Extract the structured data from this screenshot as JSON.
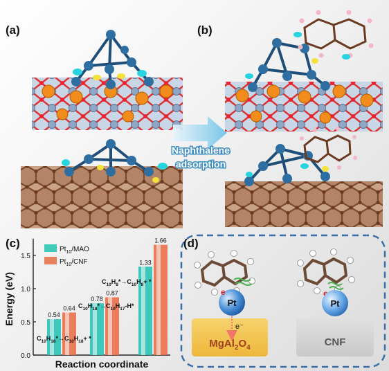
{
  "panels": {
    "a": "(a)",
    "b": "(b)",
    "c": "(c)",
    "d": "(d)"
  },
  "arrow": {
    "line1": "Naphthalene",
    "line2": "adsorption"
  },
  "chart_data": {
    "type": "bar",
    "xlabel": "Reaction coordinate",
    "ylabel": "Energy (eV)",
    "ylim": [
      0.0,
      1.75
    ],
    "yticks": [
      "0.0",
      "0.5",
      "1.0",
      "1.5"
    ],
    "categories": [
      "C10H18*→C10H18+*",
      "C10H18*→C10H17-H*",
      "C10H8*→C10H8+*"
    ],
    "category_labels": [
      {
        "parts": [
          [
            "C",
            ""
          ],
          [
            "10",
            "sub"
          ],
          [
            "H",
            ""
          ],
          [
            "18",
            "sub"
          ],
          [
            "*→C",
            ""
          ],
          [
            "10",
            "sub"
          ],
          [
            "H",
            ""
          ],
          [
            "18",
            "sub"
          ],
          [
            "+ *",
            ""
          ]
        ]
      },
      {
        "parts": [
          [
            "C",
            ""
          ],
          [
            "10",
            "sub"
          ],
          [
            "H",
            ""
          ],
          [
            "18",
            "sub"
          ],
          [
            "*→C",
            ""
          ],
          [
            "10",
            "sub"
          ],
          [
            "H",
            ""
          ],
          [
            "17",
            "sub"
          ],
          [
            "-H*",
            ""
          ]
        ]
      },
      {
        "parts": [
          [
            "C",
            ""
          ],
          [
            "10",
            "sub"
          ],
          [
            "H",
            ""
          ],
          [
            "8",
            "sub"
          ],
          [
            "*→C",
            ""
          ],
          [
            "10",
            "sub"
          ],
          [
            "H",
            ""
          ],
          [
            "8",
            "sub"
          ],
          [
            "+ *",
            ""
          ]
        ]
      }
    ],
    "series": [
      {
        "name": "Pt10/MAO",
        "base": "Pt",
        "sub": "10",
        "suffix": "/MAO",
        "color": "#2ec4b6",
        "values": [
          0.54,
          0.78,
          1.33
        ]
      },
      {
        "name": "Pt10/CNF",
        "base": "Pt",
        "sub": "10",
        "suffix": "/CNF",
        "color": "#e8734f",
        "values": [
          0.64,
          0.87,
          1.66
        ]
      }
    ],
    "value_labels": [
      [
        "0.54",
        "0.78",
        "1.33"
      ],
      [
        "0.64",
        "0.87",
        "1.66"
      ]
    ],
    "legend_position": "top-left",
    "grid": false
  },
  "scheme": {
    "pt_label": "Pt",
    "electron": "e",
    "electron_minus": "e⁻",
    "support_left": {
      "base": "MgAl",
      "sub1": "2",
      "mid": "O",
      "sub2": "4"
    },
    "support_right": "CNF",
    "colors": {
      "support_left": "#f2c14e",
      "support_right": "#d3d3d3",
      "pt": "#4a8fd6",
      "frame": "#3a6ea8"
    }
  }
}
